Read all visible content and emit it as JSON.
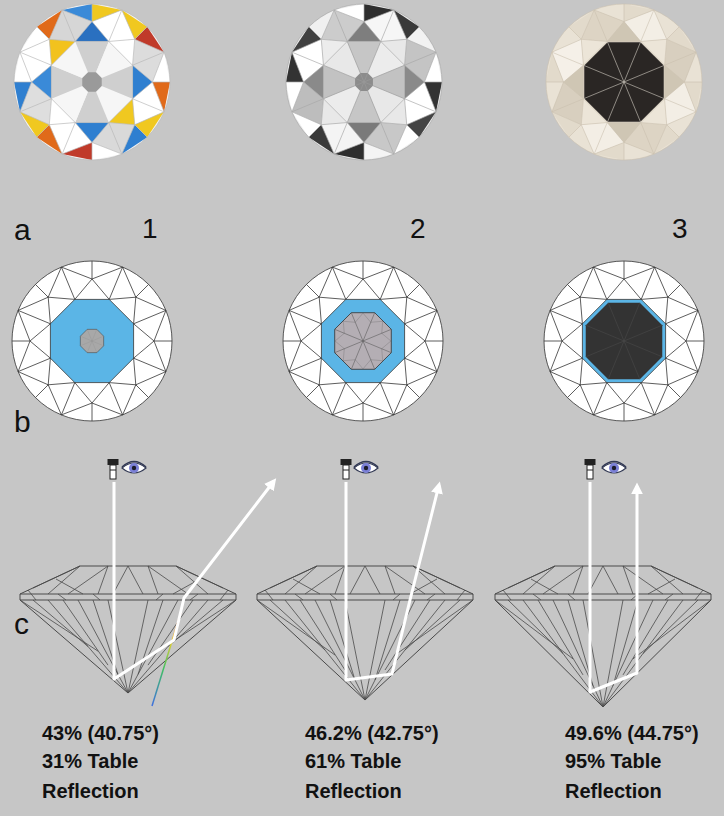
{
  "diagram": {
    "labels": [
      "a",
      "1",
      "2",
      "3",
      "b",
      "c",
      "43% (40.75°)",
      "31% Table Reflection",
      "46.2% (42.75°)",
      "61% Table Reflection",
      "49.6% (44.75°)",
      "95% Table Reflection"
    ]
  }
}
